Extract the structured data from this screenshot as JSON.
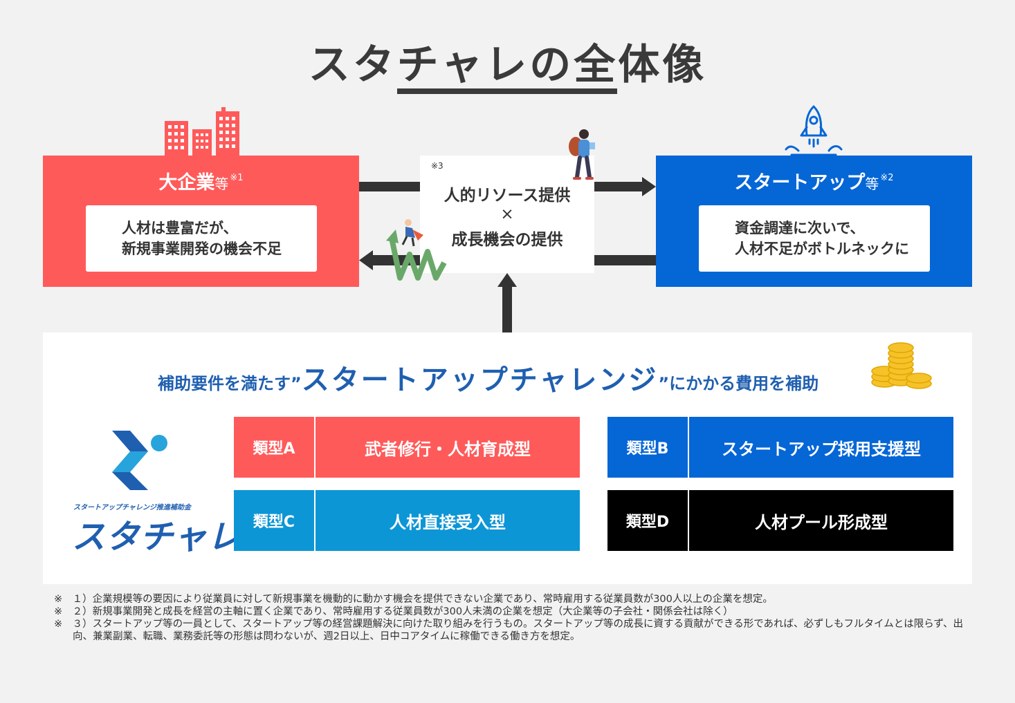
{
  "title": "スタチャレの全体像",
  "large_company": {
    "title": "大企業",
    "suffix": "等",
    "note": "※1",
    "desc_line1": "人材は豊富だが、",
    "desc_line2": "新規事業開発の機会不足",
    "color": "#ff5a5a"
  },
  "startup": {
    "title": "スタートアップ",
    "suffix": "等",
    "note": "※2",
    "desc_line1": "資金調達に次いで、",
    "desc_line2": "人材不足がボトルネックに",
    "color": "#0566d6"
  },
  "center": {
    "note": "※3",
    "line1": "人的リソース提供",
    "line2": "×",
    "line3": "成長機会の提供"
  },
  "subsidy": {
    "prefix": "補助要件を満たす”",
    "highlight": "スタートアップチャレンジ",
    "suffix": "”にかかる費用を補助"
  },
  "types": [
    {
      "label": "類型A",
      "name": "武者修行・人材育成型",
      "color": "#ff5a5a"
    },
    {
      "label": "類型B",
      "name": "スタートアップ採用支援型",
      "color": "#0566d6"
    },
    {
      "label": "類型C",
      "name": "人材直接受入型",
      "color": "#0d96d6"
    },
    {
      "label": "類型D",
      "name": "人材プール形成型",
      "color": "#000000"
    }
  ],
  "logo": {
    "small_text": "スタートアップチャレンジ推進補助金",
    "big_text": "スタチャレ"
  },
  "notes": [
    "※　１）企業規模等の要因により従業員に対して新規事業を機動的に動かす機会を提供できない企業であり、常時雇用する従業員数が300人以上の企業を想定。",
    "※　２）新規事業開発と成長を経営の主軸に置く企業であり、常時雇用する従業員数が300人未満の企業を想定（大企業等の子会社・関係会社は除く）",
    "※　３）スタートアップ等の一員として、スタートアップ等の経営課題解決に向けた取り組みを行うもの。スタートアップ等の成長に資する貢献ができる形であれば、必ずしもフルタイムとは限らず、出向、兼業副業、転職、業務委託等の形態は問わないが、週2日以上、日中コアタイムに稼働できる働き方を想定。"
  ]
}
